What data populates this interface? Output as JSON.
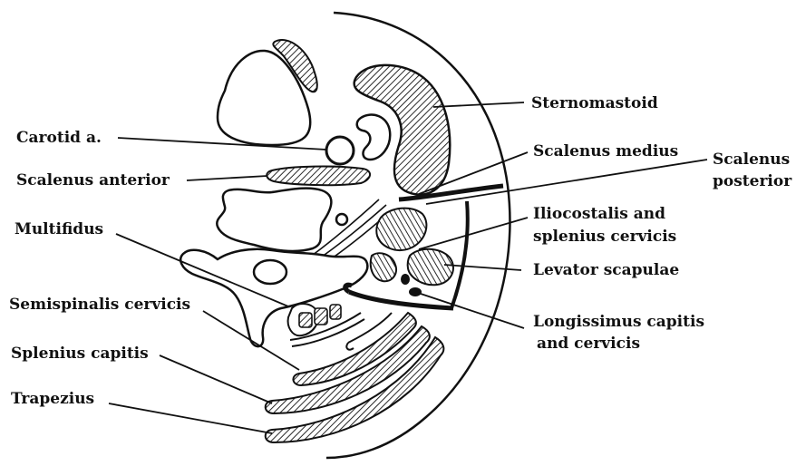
{
  "labels": {
    "sternomastoid": "Sternomastoid",
    "carotid": "Carotid a.",
    "scalenus_medius": "Scalenus medius",
    "scalenus_posterior_1": "Scalenus",
    "scalenus_posterior_2": "posterior",
    "scalenus_anterior": "Scalenus anterior",
    "iliocostalis_1": "Iliocostalis and",
    "iliocostalis_2": "splenius cervicis",
    "multifidus": "Multifidus",
    "levator_scapulae": "Levator scapulae",
    "semispinalis": "Semispinalis cervicis",
    "longissimus_1": "Longissimus capitis",
    "longissimus_2": "and cervicis",
    "splenius_capitis": "Splenius capitis",
    "trapezius": "Trapezius"
  },
  "colors": {
    "ink": "#111111",
    "paper": "#ffffff"
  }
}
